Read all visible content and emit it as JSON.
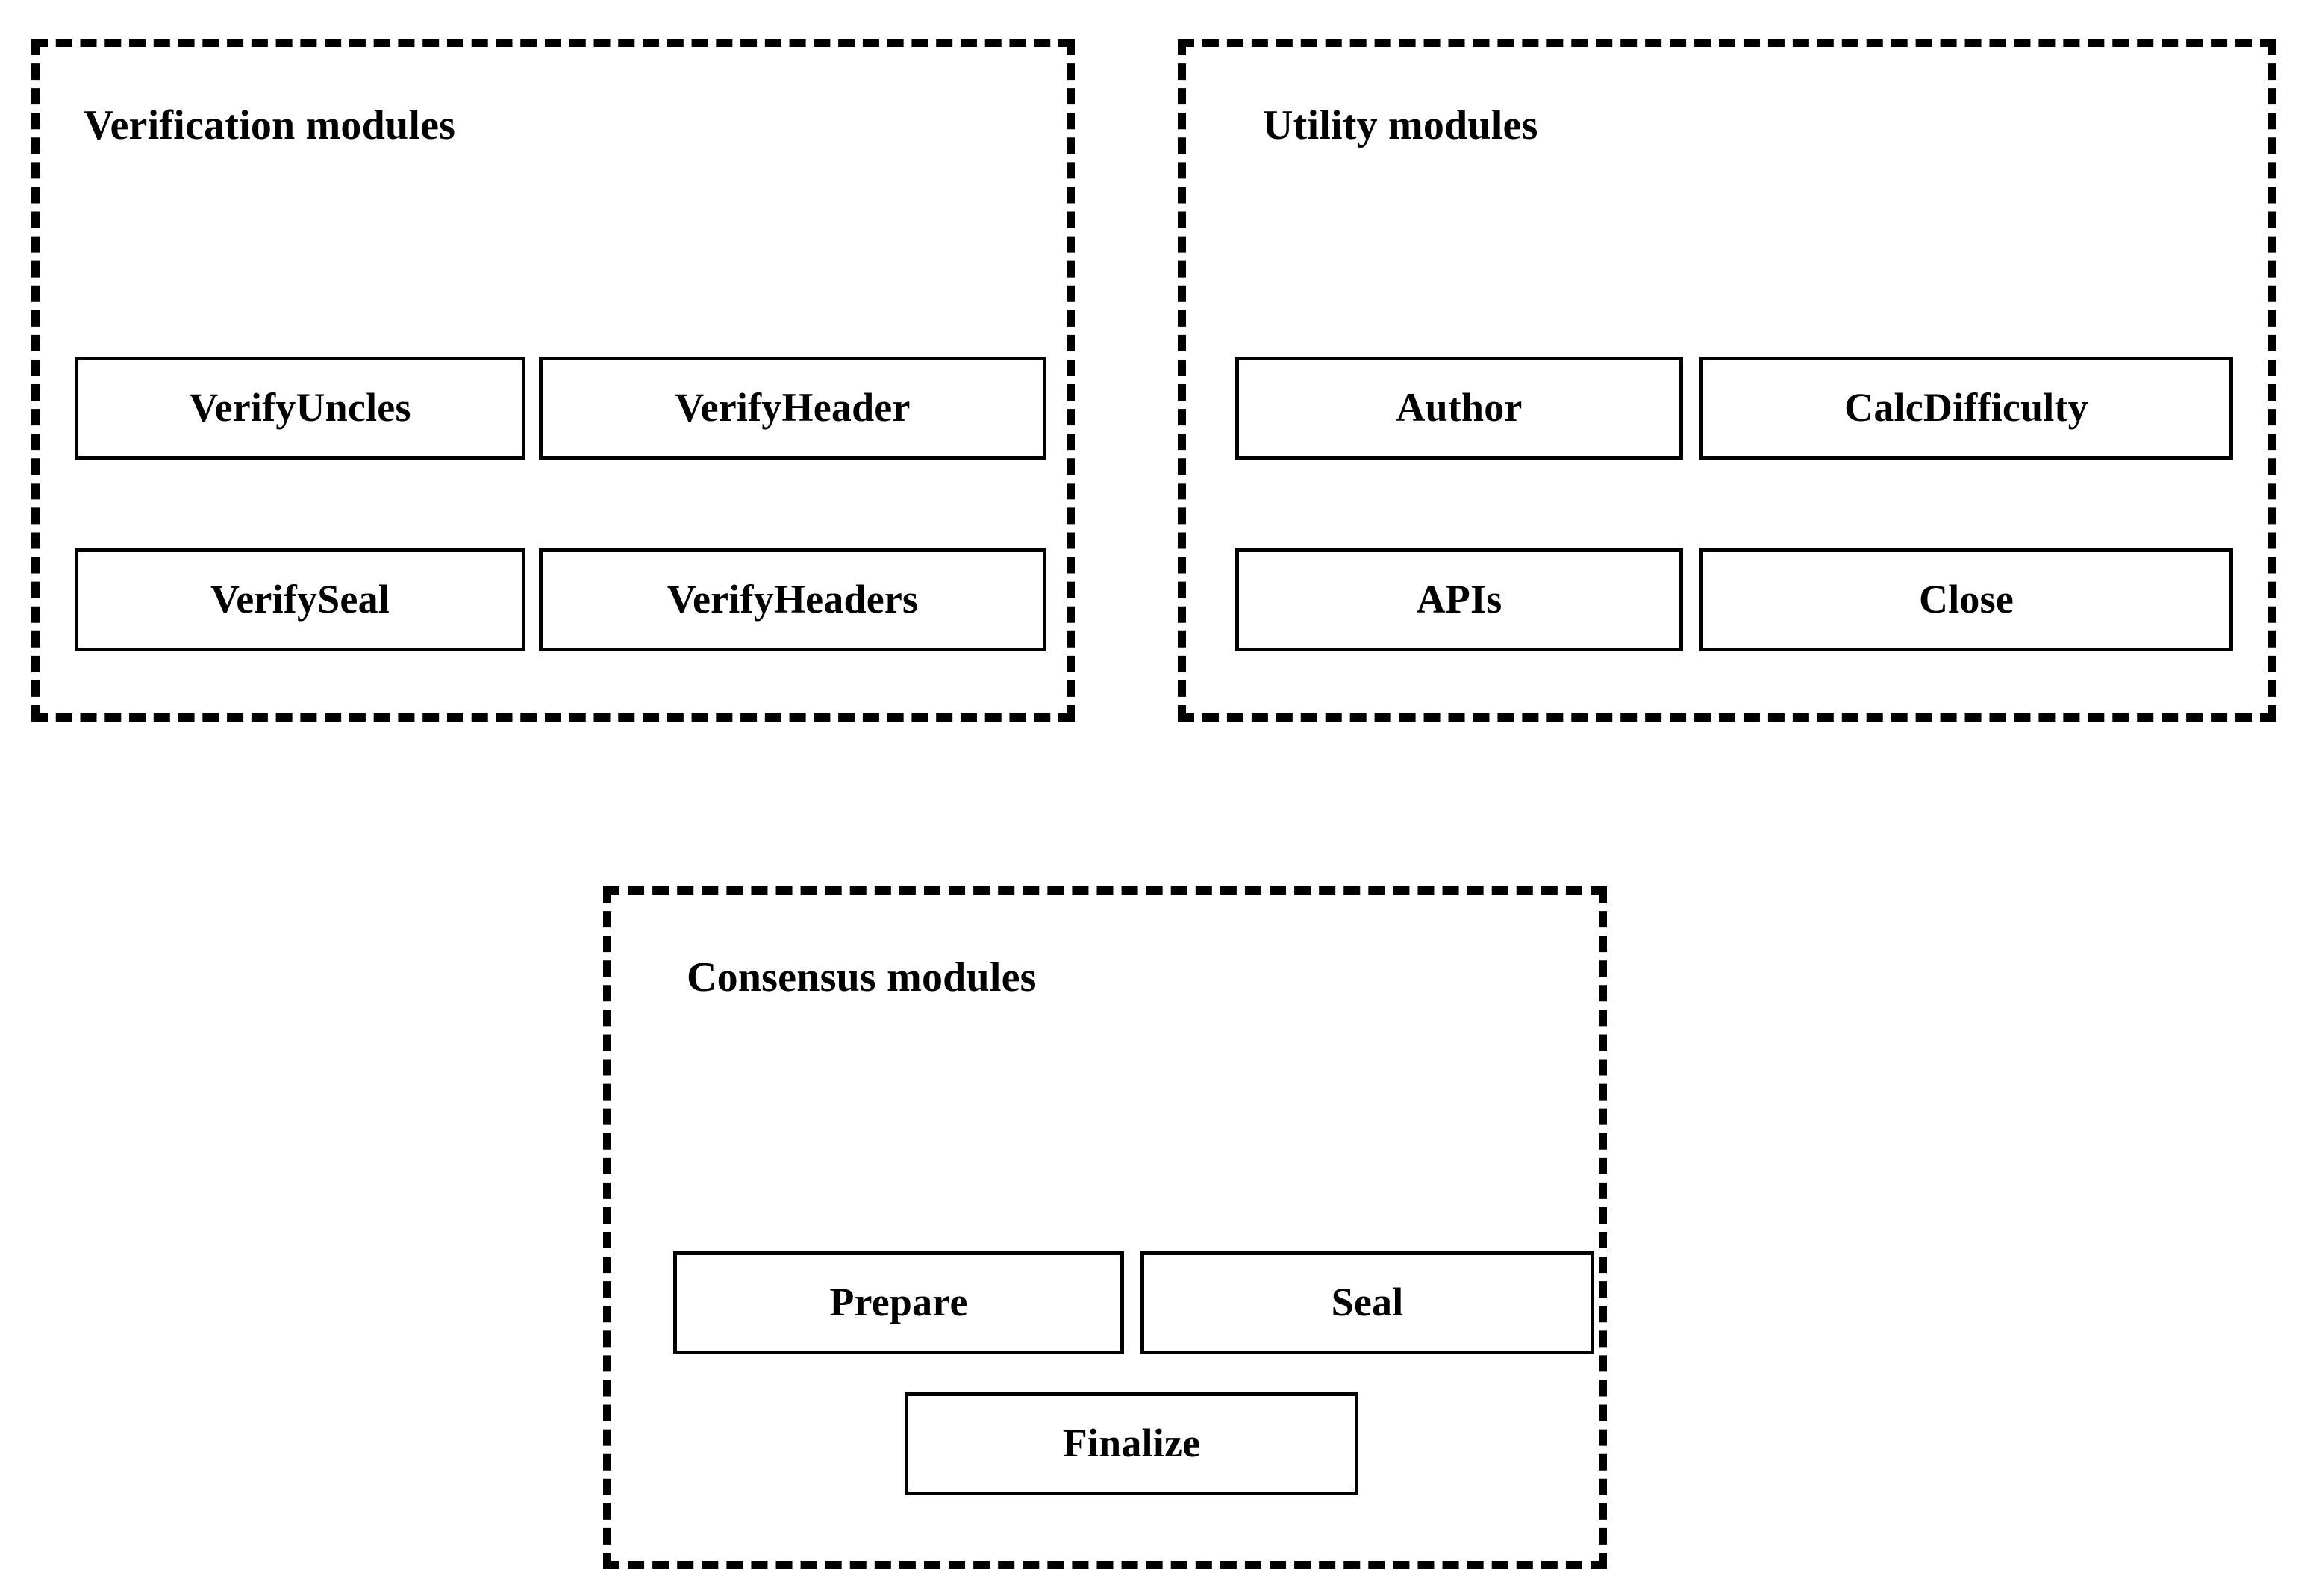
{
  "diagram": {
    "background_color": "#ffffff",
    "line_color": "#000000",
    "groups": [
      {
        "id": "verification",
        "title": "Verification modules",
        "border_style": "dashed",
        "modules": [
          {
            "id": "verifyuncles",
            "label": "VerifyUncles"
          },
          {
            "id": "verifyheader",
            "label": "VerifyHeader"
          },
          {
            "id": "verifyseal",
            "label": "VerifySeal"
          },
          {
            "id": "verifyheaders",
            "label": "VerifyHeaders"
          }
        ]
      },
      {
        "id": "utility",
        "title": "Utility modules",
        "border_style": "dashed",
        "modules": [
          {
            "id": "author",
            "label": "Author"
          },
          {
            "id": "calcdifficulty",
            "label": "CalcDifficulty"
          },
          {
            "id": "apis",
            "label": "APIs"
          },
          {
            "id": "close",
            "label": "Close"
          }
        ]
      },
      {
        "id": "consensus",
        "title": "Consensus modules",
        "border_style": "dashed",
        "modules": [
          {
            "id": "prepare",
            "label": "Prepare"
          },
          {
            "id": "seal",
            "label": "Seal"
          },
          {
            "id": "finalize",
            "label": "Finalize"
          }
        ]
      }
    ]
  }
}
